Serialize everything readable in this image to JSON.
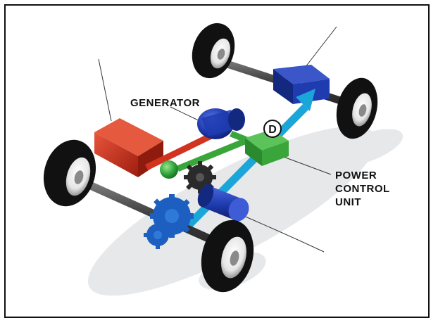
{
  "labels": {
    "generator": "GENERATOR",
    "power_control_unit": [
      "POWER",
      "CONTROL",
      "UNIT"
    ],
    "drive_marker": "D"
  },
  "colors": {
    "engine": "#d2331e",
    "generator": "#1f3bb0",
    "motor": "#1f3bb0",
    "rear_unit": "#1f3bb0",
    "power_control_unit": "#3aa53a",
    "planetary_gear": "#2ea33a",
    "gears": "#1d5fc0",
    "power_flow_arrow": "#1aa6d8",
    "axle": "#4a4a4a",
    "tire": "#111111",
    "rim": "#f2f2f2"
  },
  "icons": {
    "wheels": "wheel-icon",
    "drive_marker": "circle-d-icon"
  }
}
